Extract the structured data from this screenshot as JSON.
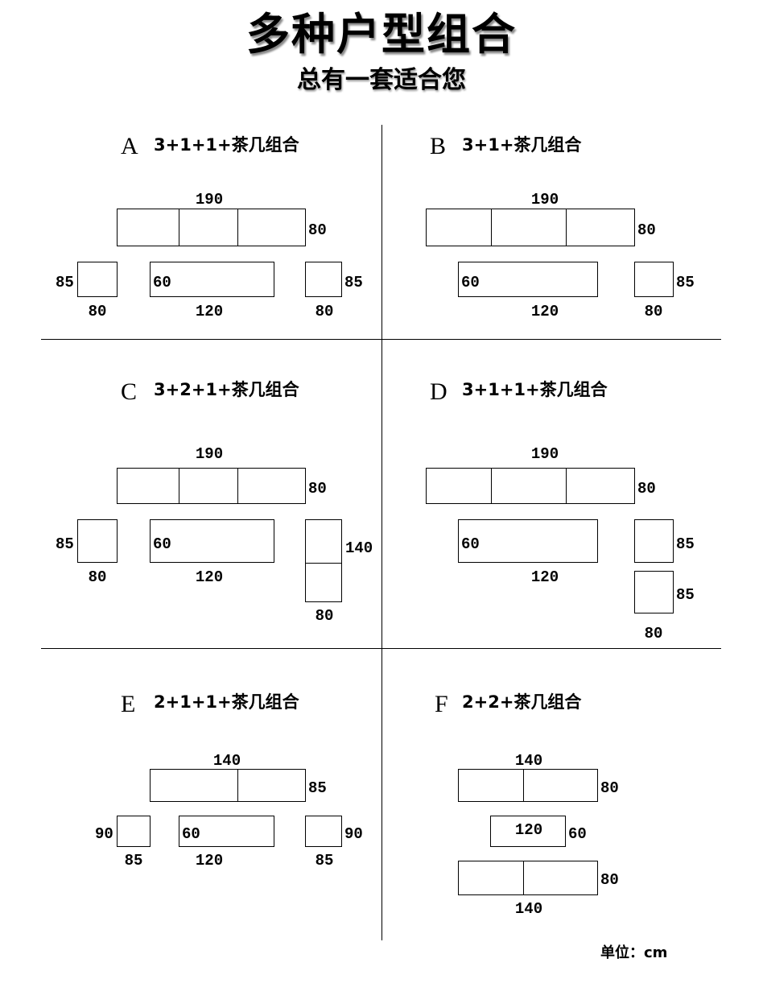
{
  "title": "多种户型组合",
  "subtitle": "总有一套适合您",
  "unit_label": "单位：cm",
  "sections": {
    "A": {
      "letter": "A",
      "name": "3+1+1+茶几组合",
      "sofa_width": "190",
      "sofa_depth": "80",
      "left_depth": "85",
      "left_width": "80",
      "table_depth": "60",
      "table_width": "120",
      "right_depth": "85",
      "right_width": "80"
    },
    "B": {
      "letter": "B",
      "name": "3+1+茶几组合",
      "sofa_width": "190",
      "sofa_depth": "80",
      "table_depth": "60",
      "table_width": "120",
      "right_depth": "85",
      "right_width": "80"
    },
    "C": {
      "letter": "C",
      "name": "3+2+1+茶几组合",
      "sofa_width": "190",
      "sofa_depth": "80",
      "left_depth": "85",
      "left_width": "80",
      "table_depth": "60",
      "table_width": "120",
      "right_length": "140",
      "right_width": "80"
    },
    "D": {
      "letter": "D",
      "name": "3+1+1+茶几组合",
      "sofa_width": "190",
      "sofa_depth": "80",
      "table_depth": "60",
      "table_width": "120",
      "right1_depth": "85",
      "right2_depth": "85",
      "right_width": "80"
    },
    "E": {
      "letter": "E",
      "name": "2+1+1+茶几组合",
      "sofa_width": "140",
      "sofa_depth": "85",
      "left_depth": "90",
      "left_width": "85",
      "table_depth": "60",
      "table_width": "120",
      "right_depth": "90",
      "right_width": "85"
    },
    "F": {
      "letter": "F",
      "name": "2+2+茶几组合",
      "top_width": "140",
      "top_depth": "80",
      "table_width": "120",
      "table_depth": "60",
      "bottom_depth": "80",
      "bottom_width": "140"
    }
  }
}
